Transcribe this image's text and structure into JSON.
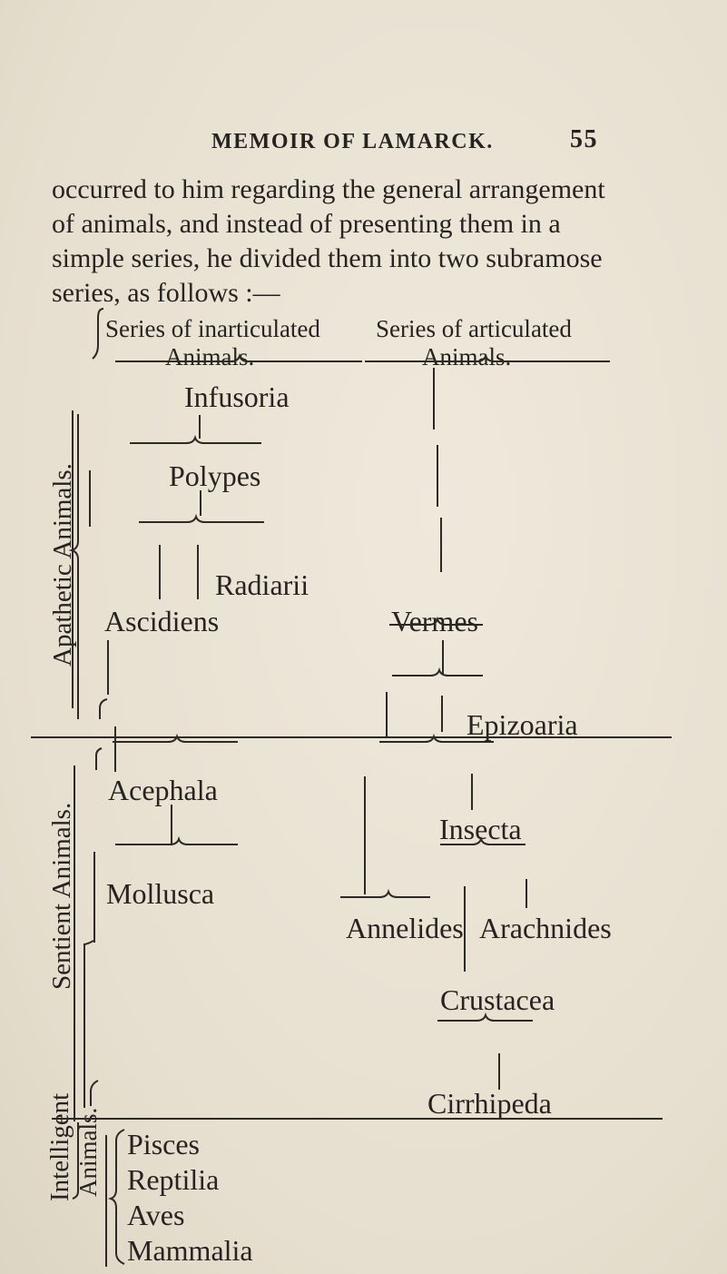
{
  "header": {
    "title": "MEMOIR OF LAMARCK.",
    "page_number": "55"
  },
  "paragraph": {
    "lines": [
      "occurred to him regarding the general arrangement",
      "of animals, and instead of presenting them in a",
      "simple series, he divided them into two subramose",
      "series, as follows :—"
    ]
  },
  "diagram": {
    "left_series": [
      "Series of inarticulated",
      "Animals."
    ],
    "right_series": [
      "Series of articulated",
      "Animals."
    ],
    "groups": {
      "apathetic": "Apathetic Animals.",
      "sentient": "Sentient Animals.",
      "intelligent_1": "Intelligent",
      "intelligent_2": "Animals."
    },
    "taxa": {
      "infusoria": "Infusoria",
      "polypes": "Polypes",
      "radiarii": "Radiarii",
      "ascidiens": "Ascidiens",
      "vermes": "Vermes",
      "epizoaria": "Epizoaria",
      "acephala": "Acephala",
      "insecta": "Insecta",
      "mollusca": "Mollusca",
      "annelides": "Annelides",
      "arachnides": "Arachnides",
      "crustacea": "Crustacea",
      "cirrhipeda": "Cirrhipeda",
      "pisces": "Pisces",
      "reptilia": "Reptilia",
      "aves": "Aves",
      "mammalia": "Mammalia"
    }
  }
}
